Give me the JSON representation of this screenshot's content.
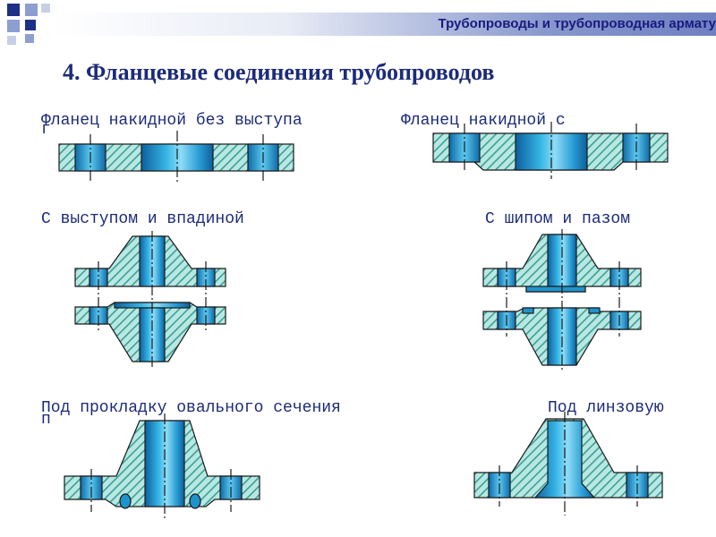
{
  "header": {
    "title": "Трубопроводы и трубопроводная армату"
  },
  "slide": {
    "title": "4.  Фланцевые соединения трубопроводов"
  },
  "labels": {
    "loose_no_collar": "Фланец накидной без выступа",
    "loose_with": "Фланец накидной с",
    "tongue_groove_raised": "С выступом и впадиной",
    "spigot_socket": "С шипом и пазом",
    "oval_gasket": "Под прокладку овального сечения",
    "lens": "Под линзовую",
    "fragment_left_1": "г",
    "fragment_left_3": "п"
  },
  "colors": {
    "title": "#1c2b7a",
    "header_text": "#1a1a80",
    "hatch_fill": "#7fcfc8",
    "pipe_blue": "#1f93cc",
    "outline": "#1a1a1a"
  }
}
